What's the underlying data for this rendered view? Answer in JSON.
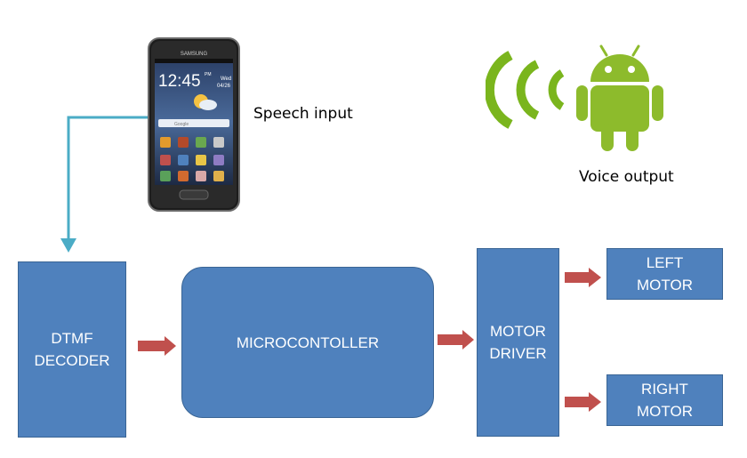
{
  "labels": {
    "speech_input": "Speech input",
    "voice_output": "Voice output"
  },
  "blocks": {
    "dtmf_decoder": "DTMF\nDECODER",
    "microcontroller": "MICROCONTOLLER",
    "motor_driver": "MOTOR\nDRIVER",
    "left_motor": "LEFT\nMOTOR",
    "right_motor": "RIGHT\nMOTOR"
  },
  "phone": {
    "brand": "SAMSUNG",
    "clock": "12:45",
    "ampm": "PM",
    "day": "Wed",
    "date": "04/26",
    "search_hint": "Google"
  },
  "colors": {
    "block_fill": "#4f81bd",
    "block_border": "#3a6595",
    "arrow": "#c0504d",
    "connector": "#4bacc6",
    "android_green": "#8dbb2c",
    "signal_green": "#7ab51d"
  },
  "icons": [
    "smartphone-icon",
    "android-robot-icon",
    "wifi-signal-icon"
  ]
}
